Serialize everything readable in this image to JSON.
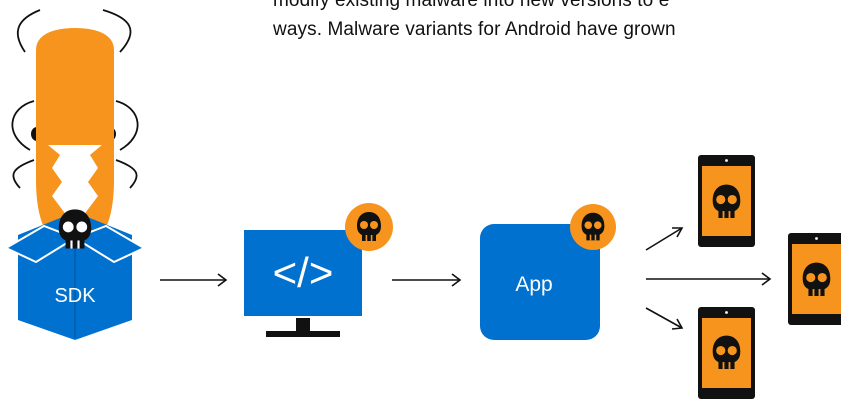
{
  "text": {
    "line1": "modify existing malware into new versions to e",
    "line2": "ways. Malware variants for Android have grown"
  },
  "diagram": {
    "sdk_label": "SDK",
    "code_label": "</>",
    "app_label": "App"
  },
  "colors": {
    "blue": "#0071CE",
    "blue_dark": "#005AA8",
    "orange": "#F7941D",
    "black": "#111111",
    "white": "#FFFFFF"
  }
}
